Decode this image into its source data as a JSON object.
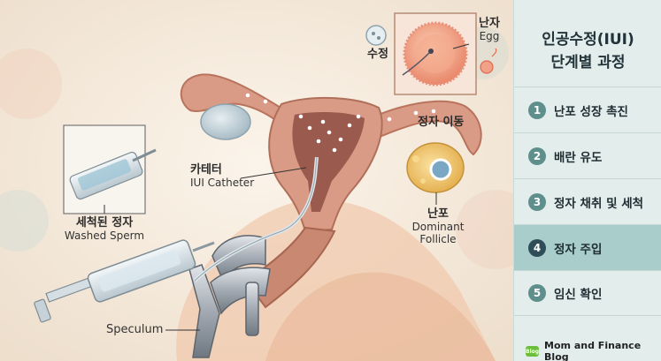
{
  "labels": {
    "fertilization": "수정",
    "egg_ko": "난자",
    "egg_en": "Egg",
    "sperm_migration": "정자 이동",
    "catheter_ko": "카테터",
    "catheter_en": "IUI Catheter",
    "washed_ko": "세척된 정자",
    "washed_en": "Washed Sperm",
    "follicle_ko": "난포",
    "follicle_en_1": "Dominant",
    "follicle_en_2": "Follicle",
    "speculum": "Speculum"
  },
  "panel": {
    "title_line1": "인공수정(IUI)",
    "title_line2": "단계별 과정",
    "steps": [
      {
        "num": "1",
        "label": "난포 성장 촉진"
      },
      {
        "num": "2",
        "label": "배란 유도"
      },
      {
        "num": "3",
        "label": "정자 채취 및 세척"
      },
      {
        "num": "4",
        "label": "정자 주입"
      },
      {
        "num": "5",
        "label": "임신 확인"
      }
    ],
    "active_step_index": 3
  },
  "footer": {
    "icon_text": "Blog",
    "brand": "Mom and Finance Blog"
  },
  "colors": {
    "panel_bg": "#e3eeec",
    "active_step": "#a9cdcb",
    "step_number": "#5f8f8c",
    "tissue": "#d99b85",
    "uterus_inner": "#9a5a4e",
    "follicle": "#f2c86a"
  }
}
